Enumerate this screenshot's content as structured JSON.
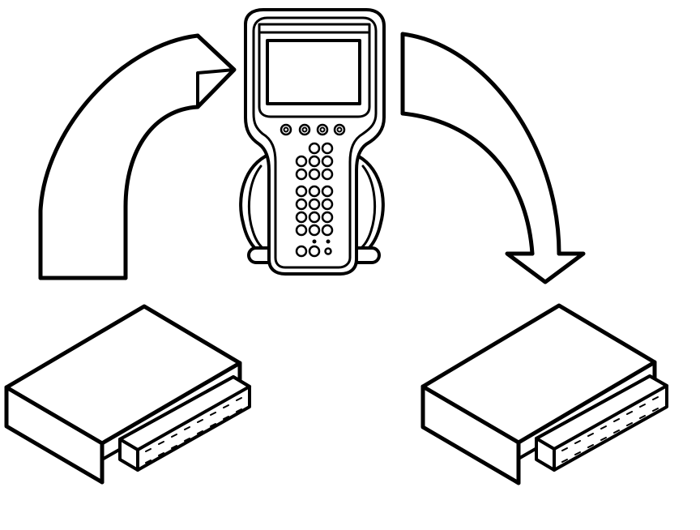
{
  "diagram": {
    "nodes": [
      {
        "id": "source-module",
        "icon": "control-module-icon"
      },
      {
        "id": "scan-tool",
        "icon": "handheld-scan-tool-icon"
      },
      {
        "id": "target-module",
        "icon": "control-module-icon"
      }
    ],
    "edges": [
      {
        "from": "source-module",
        "to": "scan-tool",
        "icon": "curved-arrow-up-right-icon"
      },
      {
        "from": "scan-tool",
        "to": "target-module",
        "icon": "curved-arrow-down-right-icon"
      }
    ],
    "colors": {
      "line": "#000000",
      "fill": "#ffffff"
    }
  }
}
